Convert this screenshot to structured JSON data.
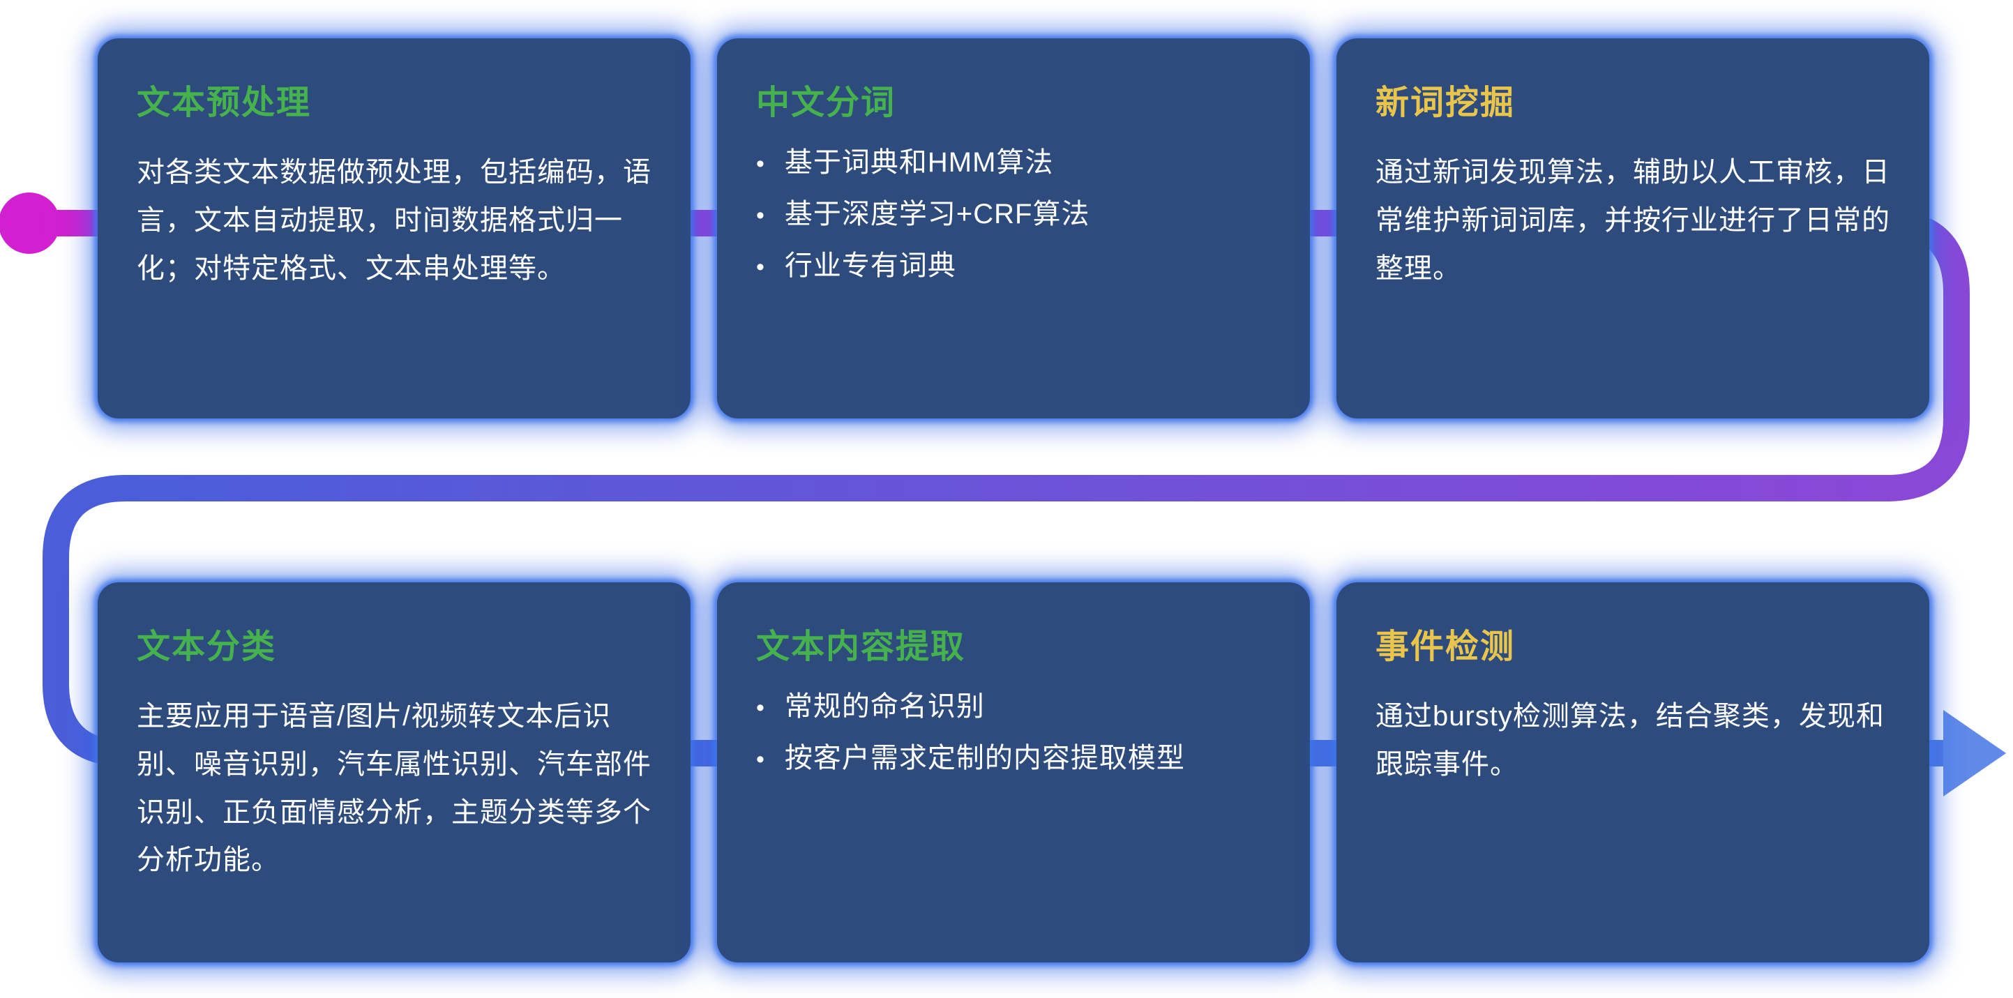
{
  "diagram": {
    "description_colors": {
      "card_background": "#2e4b7e",
      "card_glow": "#3a74ec",
      "title_green": "#45b24d",
      "title_yellow": "#e9c64b",
      "body_text": "#ffffff",
      "flow_start_magenta": "#d21fcf",
      "flow_purple": "#8a48d7",
      "flow_blue": "#4b5ed9",
      "flow_arrow_blue": "#5f8ae8"
    },
    "bullet_glyph": "•",
    "cards": [
      {
        "title": "文本预处理",
        "title_color": "#45b24d",
        "body": "对各类文本数据做预处理，包括编码，语言，文本自动提取，时间数据格式归一化；对特定格式、文本串处理等。"
      },
      {
        "title": "中文分词",
        "title_color": "#45b24d",
        "bullets": [
          "基于词典和HMM算法",
          "基于深度学习+CRF算法",
          "行业专有词典"
        ]
      },
      {
        "title": "新词挖掘",
        "title_color": "#e9c64b",
        "body": "通过新词发现算法，辅助以人工审核，日常维护新词词库，并按行业进行了日常的整理。"
      },
      {
        "title": "文本分类",
        "title_color": "#45b24d",
        "body": "主要应用于语音/图片/视频转文本后识别、噪音识别，汽车属性识别、汽车部件识别、正负面情感分析，主题分类等多个分析功能。"
      },
      {
        "title": "文本内容提取",
        "title_color": "#45b24d",
        "bullets": [
          "常规的命名识别",
          "按客户需求定制的内容提取模型"
        ]
      },
      {
        "title": "事件检测",
        "title_color": "#e9c64b",
        "body": "通过bursty检测算法，结合聚类，发现和跟踪事件。"
      }
    ]
  }
}
